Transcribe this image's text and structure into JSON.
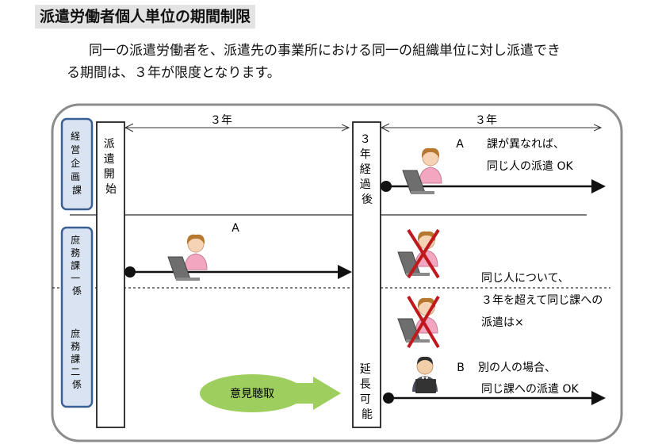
{
  "title": "派遣労働者個人単位の期間制限",
  "intro": {
    "line1": "同一の派遣労働者を、派遣先の事業所における同一の組織単位に対し派遣でき",
    "line2": "る期間は、３年が限度となります。"
  },
  "diagram": {
    "departments": {
      "keiei": [
        "経",
        "営",
        "企",
        "画",
        "課"
      ],
      "shomu1": [
        "庶",
        "務",
        "課",
        "一",
        "係"
      ],
      "shomu2": [
        "庶",
        "務",
        "課",
        "二",
        "係"
      ]
    },
    "start_label": [
      "派",
      "遣",
      "開",
      "始"
    ],
    "after3_label": [
      "３",
      "年",
      "経",
      "過",
      "後"
    ],
    "extend_label": [
      "延",
      "長",
      "可",
      "能"
    ],
    "period_left": "３年",
    "period_right": "３年",
    "worker_a_label": "A",
    "case_a": {
      "label": "A",
      "line1": "課が異なれば、",
      "line2": "同じ人の派遣 OK"
    },
    "ng_note": {
      "line1": "同じ人について、",
      "line2": "３年を超えて同じ課への",
      "line3": "派遣は×"
    },
    "case_b": {
      "label": "B",
      "line1": "別の人の場合、",
      "line2": "同じ課への派遣 OK"
    },
    "opinion_label": "意見聴取",
    "colors": {
      "dept_fill": "#d9e3f1",
      "dept_stroke": "#3a5f93",
      "opinion_fill": "#9ecf5e",
      "cross": "#c0191d",
      "worker_shirt": "#f2a6bf"
    }
  }
}
